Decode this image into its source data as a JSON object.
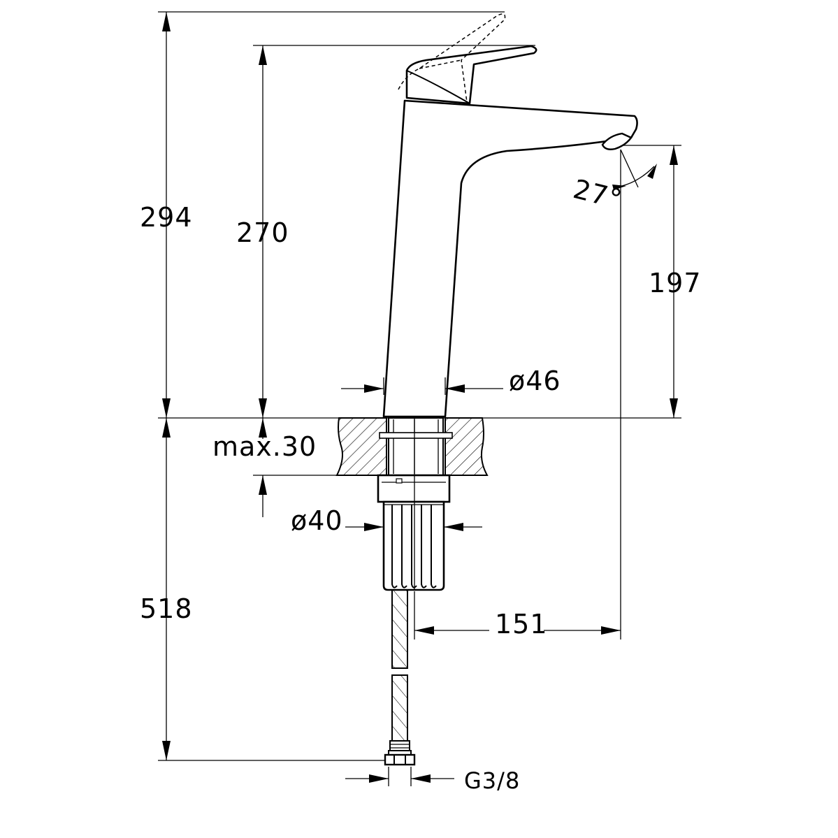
{
  "dimensions": {
    "total_height": "294",
    "body_height": "270",
    "spout_height": "197",
    "spout_angle": "27°",
    "body_diameter": "ø46",
    "max_thickness": "max.30",
    "shank_diameter": "ø40",
    "spout_reach": "151",
    "hose_length": "518",
    "connection": "G3/8"
  },
  "colors": {
    "line": "#000000",
    "background": "#ffffff"
  }
}
